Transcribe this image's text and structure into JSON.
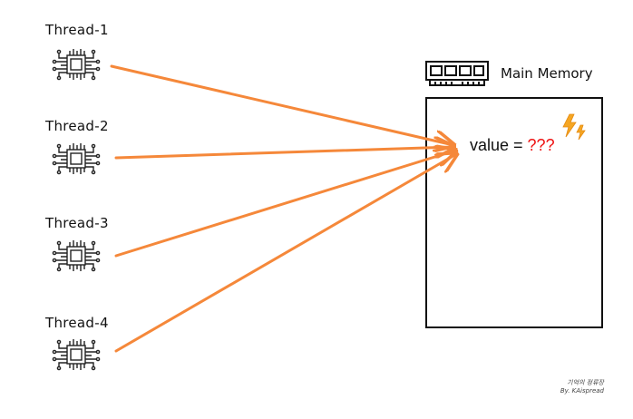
{
  "threads": [
    {
      "label": "Thread-1"
    },
    {
      "label": "Thread-2"
    },
    {
      "label": "Thread-3"
    },
    {
      "label": "Thread-4"
    }
  ],
  "memory": {
    "title": "Main Memory",
    "value_label": "value = ",
    "value_unknown": "???"
  },
  "watermark": {
    "line1": "기억의 정류장",
    "line2": "By. KAispread"
  },
  "colors": {
    "arrow": "#f5883a",
    "unknown_value": "#ee1111",
    "spark": "#f5a623"
  },
  "icons": {
    "thread": "cpu-chip-icon",
    "memory": "ram-module-icon",
    "conflict": "lightning-icon"
  }
}
